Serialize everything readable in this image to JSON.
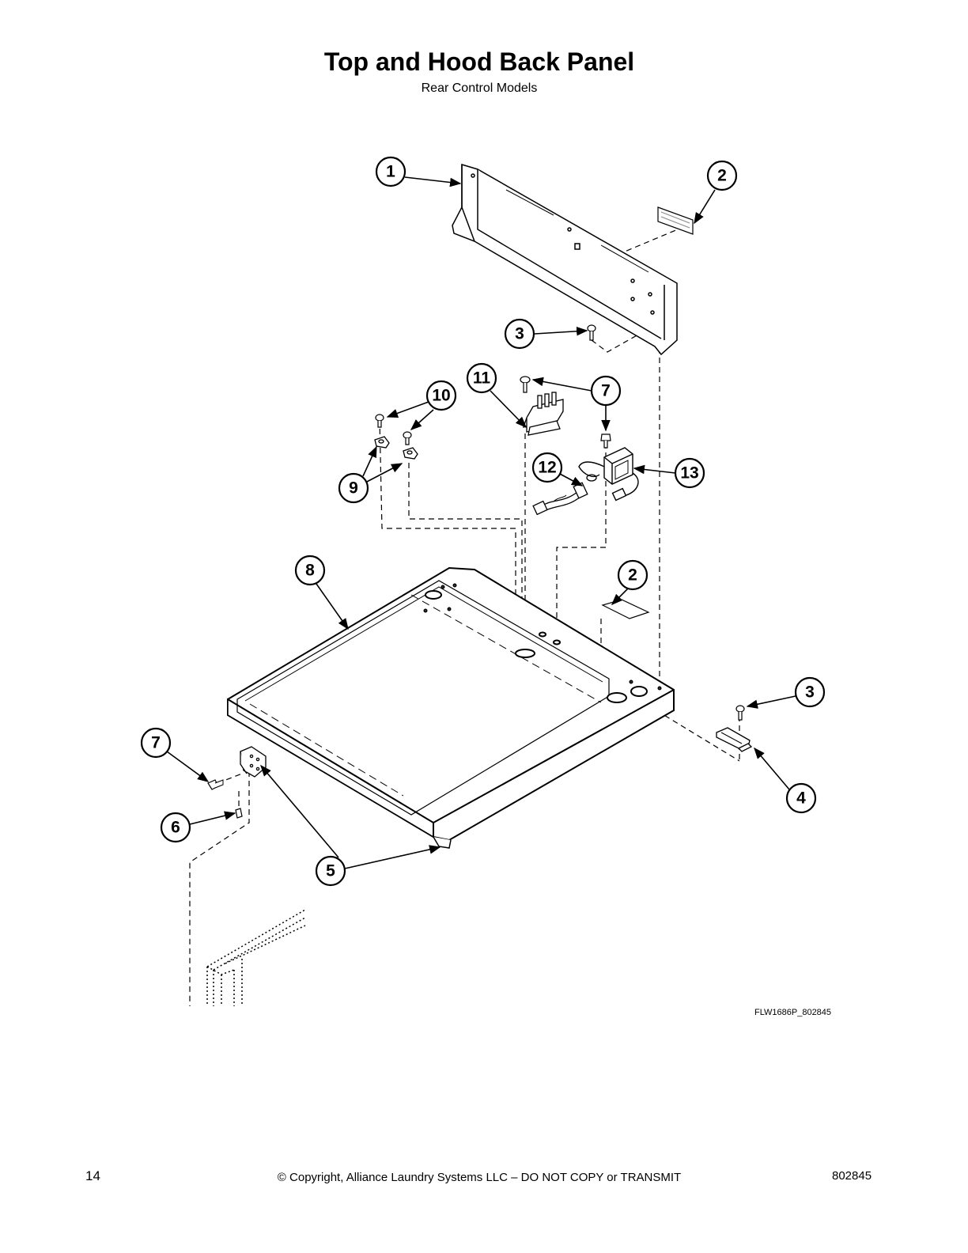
{
  "title": "Top and Hood Back Panel",
  "subtitle": "Rear Control Models",
  "callouts": [
    {
      "id": "c1",
      "label": "1"
    },
    {
      "id": "c2a",
      "label": "2"
    },
    {
      "id": "c3a",
      "label": "3"
    },
    {
      "id": "c11",
      "label": "11"
    },
    {
      "id": "c7a",
      "label": "7"
    },
    {
      "id": "c10",
      "label": "10"
    },
    {
      "id": "c9",
      "label": "9"
    },
    {
      "id": "c12",
      "label": "12"
    },
    {
      "id": "c13",
      "label": "13"
    },
    {
      "id": "c8",
      "label": "8"
    },
    {
      "id": "c2b",
      "label": "2"
    },
    {
      "id": "c3b",
      "label": "3"
    },
    {
      "id": "c7b",
      "label": "7"
    },
    {
      "id": "c4",
      "label": "4"
    },
    {
      "id": "c6",
      "label": "6"
    },
    {
      "id": "c5",
      "label": "5"
    }
  ],
  "figure_code": "FLW1686P_802845",
  "footer": {
    "page_number": "14",
    "copyright": "© Copyright, Alliance Laundry Systems LLC – DO NOT COPY or TRANSMIT",
    "doc_number": "802845"
  }
}
